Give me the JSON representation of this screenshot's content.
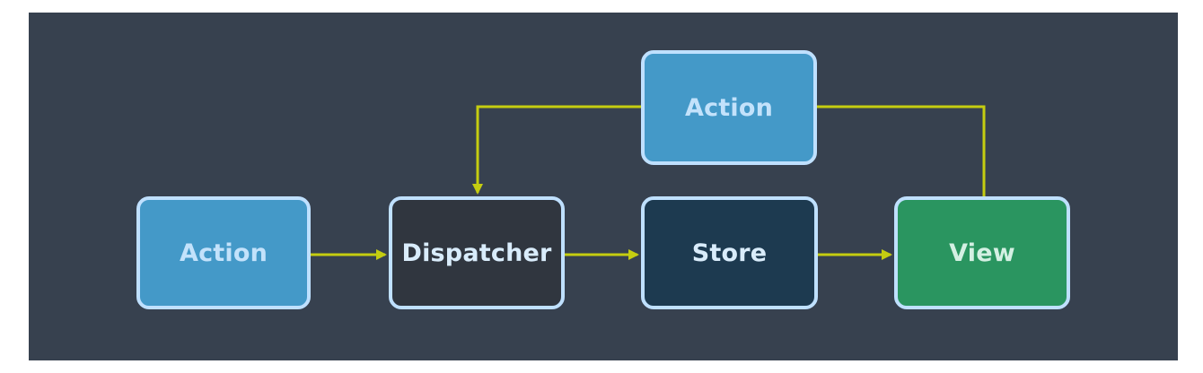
{
  "colors": {
    "background": "#37414f",
    "outer_background": "#ffffff",
    "node_border": "#bfe0ff",
    "arrow": "#c5cd10"
  },
  "nodes": {
    "action_left": {
      "label": "Action",
      "fill": "#4499c8",
      "text_color": "#c3e2fb"
    },
    "dispatcher": {
      "label": "Dispatcher",
      "fill": "#30363f",
      "text_color": "#d9ecfb"
    },
    "store": {
      "label": "Store",
      "fill": "#1d3a50",
      "text_color": "#d9ecfb"
    },
    "view": {
      "label": "View",
      "fill": "#2a9560",
      "text_color": "#d4f0e3"
    },
    "action_top": {
      "label": "Action",
      "fill": "#4499c8",
      "text_color": "#c3e2fb"
    }
  },
  "edges": [
    {
      "from": "Action",
      "to": "Dispatcher"
    },
    {
      "from": "Dispatcher",
      "to": "Store"
    },
    {
      "from": "Store",
      "to": "View"
    },
    {
      "from": "View",
      "to": "Action (top)"
    },
    {
      "from": "Action (top)",
      "to": "Dispatcher"
    }
  ]
}
